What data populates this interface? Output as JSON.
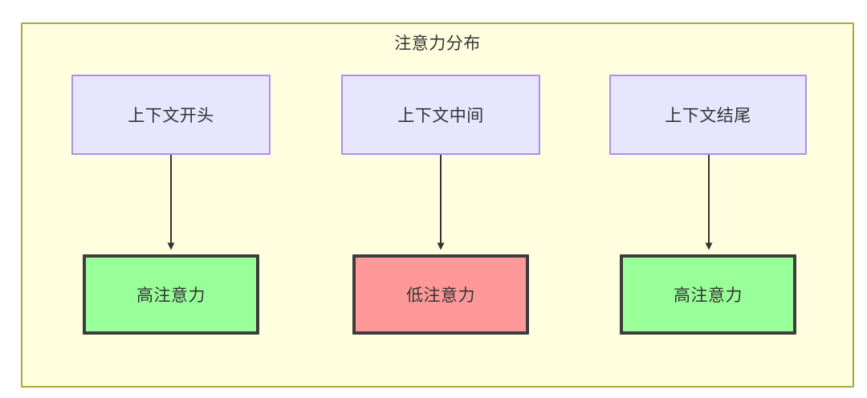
{
  "diagram": {
    "title": "注意力分布",
    "container": {
      "background_color": "#FFFFE0",
      "border_color": "#AAAA33"
    },
    "nodes": [
      {
        "id": "ctx-start",
        "label": "上下文开头",
        "role": "context-segment",
        "fill": "#E6E6FF",
        "stroke": "#B08EE8"
      },
      {
        "id": "ctx-middle",
        "label": "上下文中间",
        "role": "context-segment",
        "fill": "#E6E6FF",
        "stroke": "#B08EE8"
      },
      {
        "id": "ctx-end",
        "label": "上下文结尾",
        "role": "context-segment",
        "fill": "#E6E6FF",
        "stroke": "#B08EE8"
      },
      {
        "id": "attn-high-left",
        "label": "高注意力",
        "role": "attention-level-high",
        "fill": "#99FF99",
        "stroke": "#3D3D3D"
      },
      {
        "id": "attn-low-middle",
        "label": "低注意力",
        "role": "attention-level-low",
        "fill": "#FF9999",
        "stroke": "#3D3D3D"
      },
      {
        "id": "attn-high-right",
        "label": "高注意力",
        "role": "attention-level-high",
        "fill": "#99FF99",
        "stroke": "#3D3D3D"
      }
    ],
    "edges": [
      {
        "from": "ctx-start",
        "to": "attn-high-left",
        "label": ""
      },
      {
        "from": "ctx-middle",
        "to": "attn-low-middle",
        "label": ""
      },
      {
        "from": "ctx-end",
        "to": "attn-high-right",
        "label": ""
      }
    ],
    "edge_color": "#333333"
  }
}
